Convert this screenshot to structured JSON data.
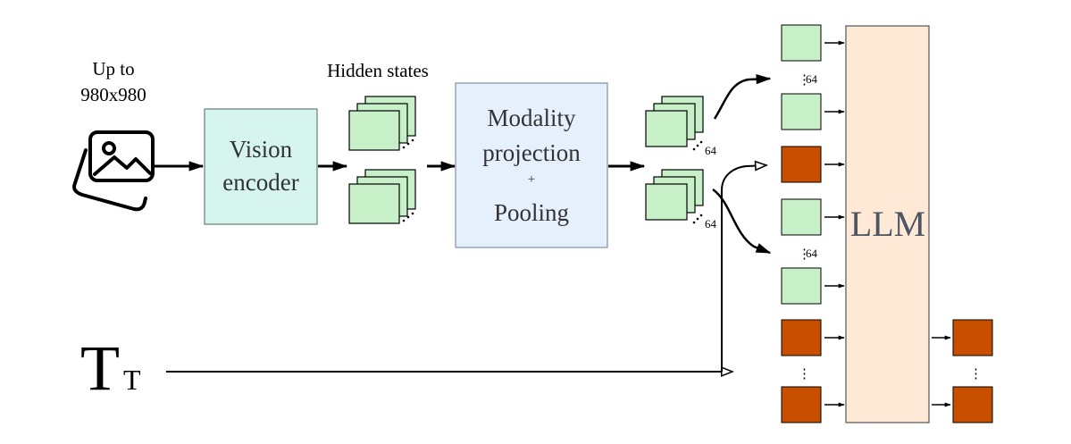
{
  "input": {
    "caption_line1": "Up to",
    "caption_line2": "980x980",
    "icon": "image-icon"
  },
  "vision_encoder": {
    "line1": "Vision",
    "line2": "encoder"
  },
  "hidden_states": {
    "label": "Hidden states"
  },
  "projection": {
    "line1": "Modality",
    "line2": "projection",
    "line3": "+",
    "line4": "Pooling"
  },
  "token_groups": {
    "count_label": "64"
  },
  "text_input": {
    "big_t": "T",
    "small_t": "T"
  },
  "llm": {
    "label": "LLM"
  },
  "colors": {
    "encoder_fill": "#d5f5ee",
    "projection_fill": "#e6f0fc",
    "projection_stroke": "#7f8faa",
    "token_green": "#c7f0c9",
    "token_orange": "#c84e00",
    "llm_fill": "#fde9d6",
    "llm_text": "#4d5563",
    "line": "#000000"
  }
}
